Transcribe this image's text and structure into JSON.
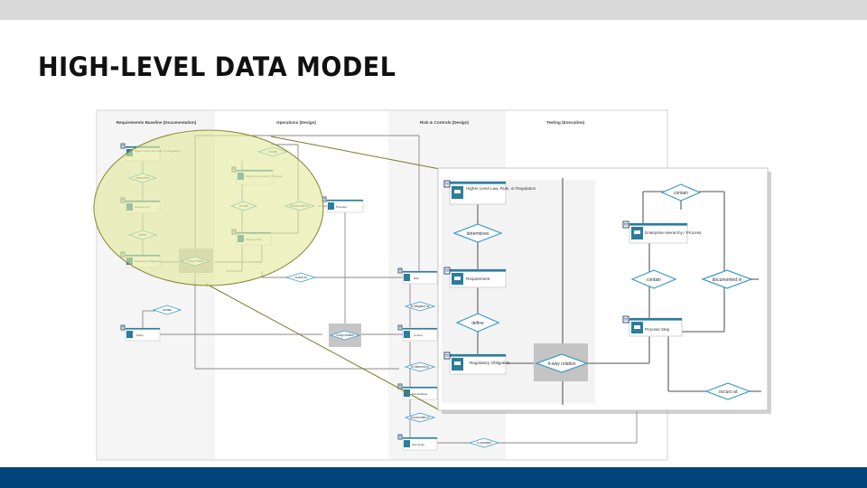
{
  "slide": {
    "title": "HIGH-LEVEL DATA MODEL"
  },
  "colors": {
    "brand_blue": "#00447c",
    "node_teal": "#2b7d9c",
    "highlight": "#e6ebb0",
    "highlight_stroke": "#8c8c3c"
  },
  "columns": {
    "requirements": "Requirements Baseline (Documentation)",
    "operations": "Operations (Design)",
    "risk": "Risk & Controls (Design)",
    "testing": "Testing (Execution)"
  },
  "overview": {
    "nodes": {
      "higher_level_law": "Higher Level Law, Rule, or Regulation",
      "requirement": "Requirement",
      "regulatory_obligation": "Regulatory Obligation",
      "enterprise_hierarchy": "Enterprise Hierarchy / Process",
      "process_step": "Process Step",
      "provision": "Provision",
      "policy": "Policy",
      "risk": "Risk",
      "control": "Control",
      "test_attribute": "Test Attribute",
      "test_script": "Test Script"
    },
    "relations": {
      "determines": "determines",
      "define": "define",
      "contain_top": "contain",
      "contain_mid": "contain",
      "documented_in": "documented in",
      "four_way_a": "4-way relation",
      "four_way_b": "4-way relation",
      "occurs_at": "occurs at",
      "contain_policy": "contain",
      "is_mitigated_by": "is mitigated by",
      "is_informed_by": "is informed by",
      "documented": "documented in",
      "is_operated": "is operated"
    }
  },
  "zoom": {
    "nodes": {
      "higher_level_law": "Higher Level Law, Rule, or Regulation",
      "requirement": "Requirement",
      "regulatory_obligation": "Regulatory Obligation",
      "enterprise_hierarchy": "Enterprise Hierarchy / Process",
      "process_step": "Process Step"
    },
    "relations": {
      "determines": "determines",
      "define": "define",
      "contain_top": "contain",
      "contain_mid": "contain",
      "documented_in": "documented in",
      "four_way": "4-way relation",
      "occurs_at": "occurs at"
    }
  }
}
